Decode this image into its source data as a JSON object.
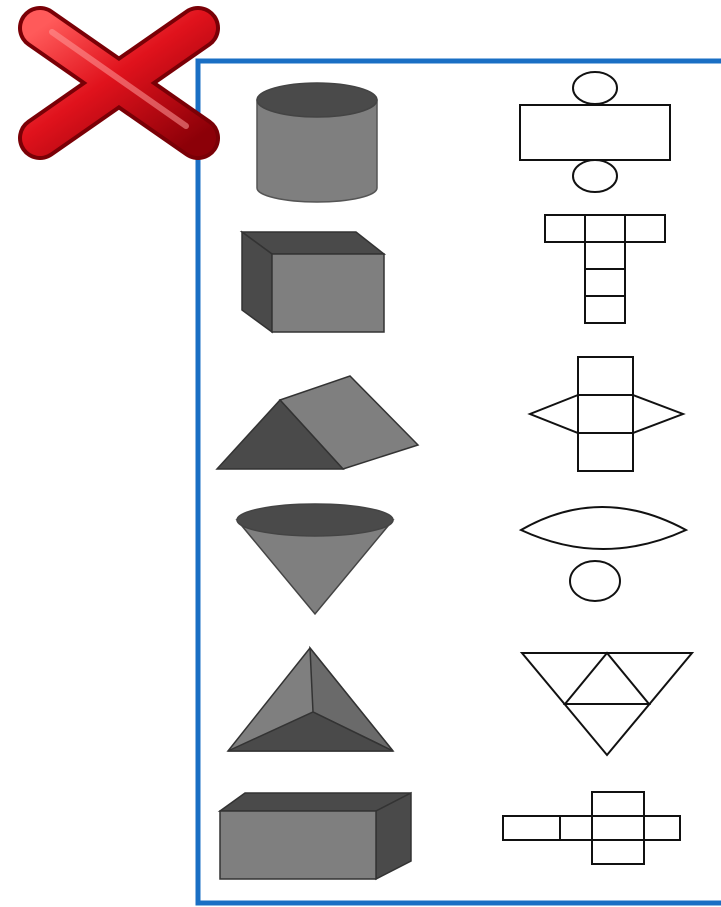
{
  "colors": {
    "frame": "#1a6fc4",
    "solid_light": "#7f7f7f",
    "solid_dark": "#4a4a4a",
    "net_stroke": "#111111",
    "cross": "#d10f1a"
  },
  "cross_mark": {
    "icon": "red-x-icon"
  },
  "pairs": [
    {
      "solid": "cylinder",
      "net": "cylinder-net"
    },
    {
      "solid": "cuboid",
      "net": "cuboid-net-t-shape"
    },
    {
      "solid": "triangular-prism",
      "net": "triangular-prism-net"
    },
    {
      "solid": "cone",
      "net": "cone-net"
    },
    {
      "solid": "triangular-pyramid",
      "net": "triangular-pyramid-net"
    },
    {
      "solid": "rectangular-prism",
      "net": "rectangular-prism-net-cross"
    }
  ]
}
